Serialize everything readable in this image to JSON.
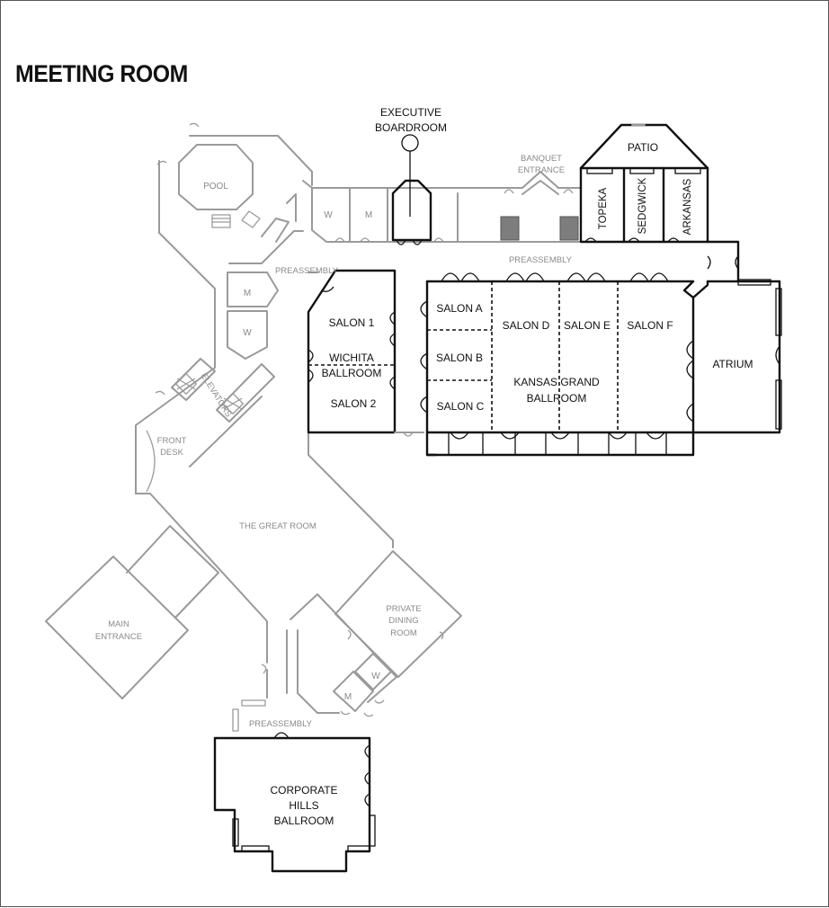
{
  "title": "MEETING ROOM",
  "rooms": {
    "executive_boardroom": [
      "EXECUTIVE",
      "BOARDROOM"
    ],
    "patio": "PATIO",
    "topeka": "TOPEKA",
    "sedgwick": "SEDGWICK",
    "arkansas": "ARKANSAS",
    "salon_a": "SALON A",
    "salon_b": "SALON B",
    "salon_c": "SALON C",
    "salon_d": "SALON D",
    "salon_e": "SALON E",
    "salon_f": "SALON F",
    "kansas_grand_ballroom": [
      "KANSAS GRAND",
      "BALLROOM"
    ],
    "atrium": "ATRIUM",
    "salon_1": "SALON 1",
    "salon_2": "SALON 2",
    "wichita_ballroom": [
      "WICHITA",
      "BALLROOM"
    ],
    "corporate_hills_ballroom": [
      "CORPORATE",
      "HILLS",
      "BALLROOM"
    ]
  },
  "areas": {
    "pool": "POOL",
    "banquet_entrance": [
      "BANQUET",
      "ENTRANCE"
    ],
    "preassembly": "PREASSEMBLY",
    "elevators": "ELEVATORS",
    "front_desk": [
      "FRONT",
      "DESK"
    ],
    "great_room": "THE GREAT ROOM",
    "main_entrance": [
      "MAIN",
      "ENTRANCE"
    ],
    "private_dining_room": [
      "PRIVATE",
      "DINING",
      "ROOM"
    ],
    "restroom_w": "W",
    "restroom_m": "M"
  }
}
